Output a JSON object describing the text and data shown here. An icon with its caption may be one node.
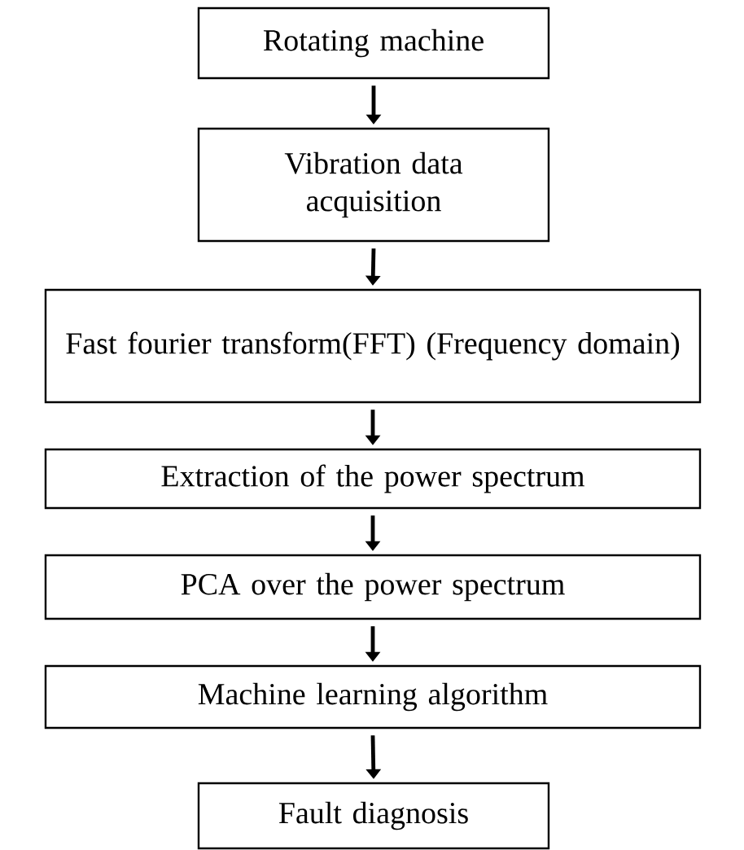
{
  "diagram": {
    "nodes": [
      {
        "text": [
          "Rotating machine"
        ]
      },
      {
        "text": [
          "Vibration data acquisition"
        ]
      },
      {
        "text": [
          "Fast fourier transform(FFT) (Frequency domain)"
        ]
      },
      {
        "text": [
          "Extraction of the power spectrum"
        ]
      },
      {
        "text": [
          "PCA over the power spectrum"
        ]
      },
      {
        "text": [
          "Machine learning algorithm"
        ]
      },
      {
        "text": [
          "Fault diagnosis"
        ]
      }
    ],
    "edges": [
      {
        "from": 0,
        "to": 1,
        "arrow": "to"
      },
      {
        "from": 1,
        "to": 2,
        "arrow": "to"
      },
      {
        "from": 2,
        "to": 3,
        "arrow": "to"
      },
      {
        "from": 3,
        "to": 4,
        "arrow": "to"
      },
      {
        "from": 4,
        "to": 5,
        "arrow": "to"
      },
      {
        "from": 5,
        "to": 6,
        "arrow": "to"
      }
    ]
  }
}
